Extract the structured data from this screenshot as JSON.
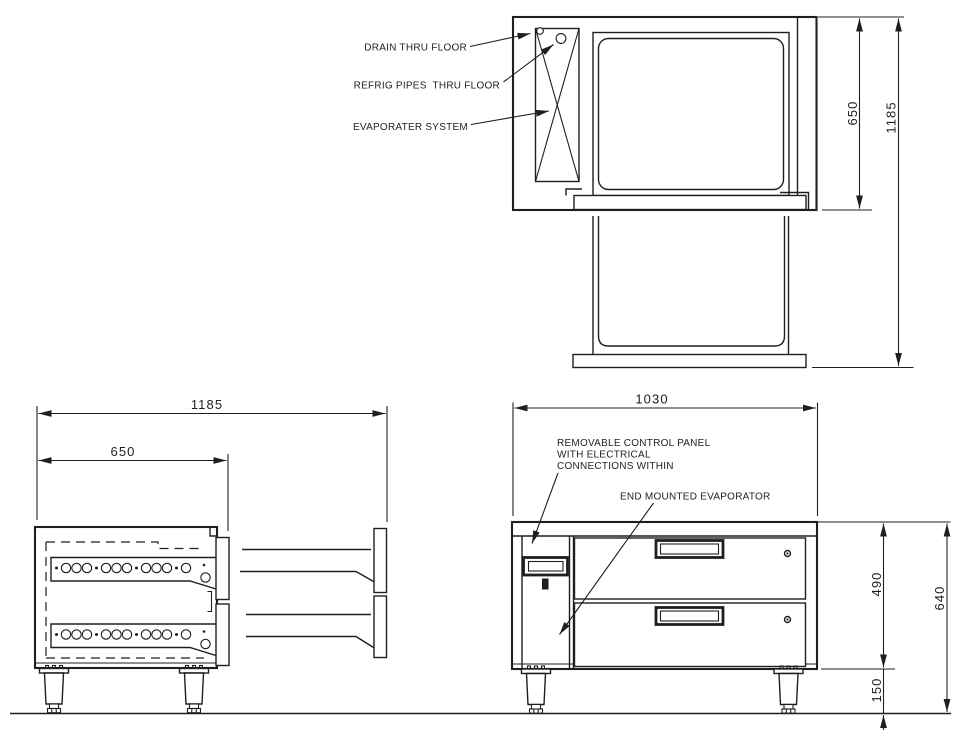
{
  "page": {
    "background": "#ffffff",
    "line_color": "#1f1f1f"
  },
  "plan_view": {
    "callouts": {
      "drain": "DRAIN THRU FLOOR",
      "refrig_pipes": "REFRIG PIPES  THRU FLOOR",
      "evaporator": "EVAPORATER SYSTEM"
    },
    "dimensions": {
      "evaporator_bay_depth": "650",
      "overall_depth": "1185"
    }
  },
  "side_view": {
    "dimensions": {
      "overall_depth_with_drawer": "1185",
      "cabinet_depth": "650"
    }
  },
  "front_view": {
    "callouts": {
      "control_panel_line1": "REMOVABLE CONTROL PANEL",
      "control_panel_line2": "WITH ELECTRICAL",
      "control_panel_line3": "CONNECTIONS WITHIN",
      "end_evaporator": "END MOUNTED EVAPORATOR"
    },
    "dimensions": {
      "overall_width": "1030",
      "cabinet_height": "490",
      "overall_height": "640",
      "leg_height": "150"
    }
  }
}
